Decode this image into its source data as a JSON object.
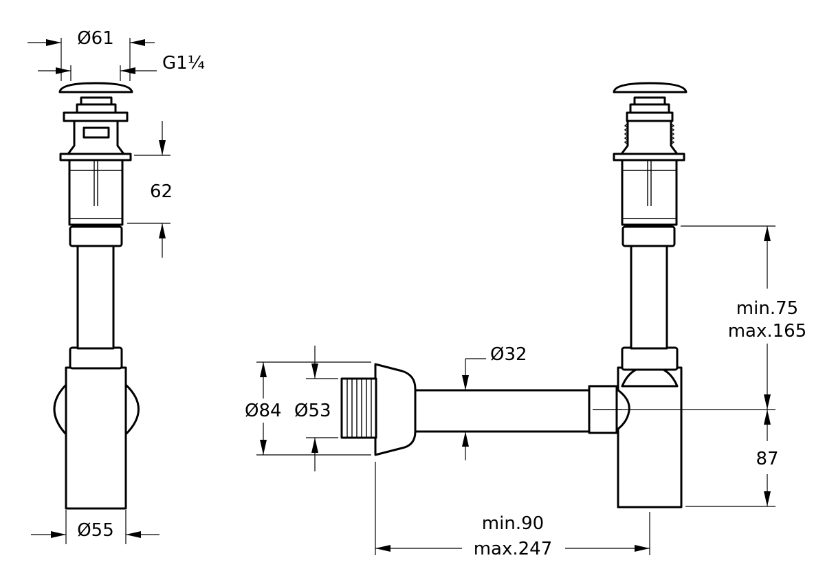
{
  "drawing": {
    "front_view": {
      "plug_diameter": "Ø61",
      "thread": "G1¼",
      "body_height": "62",
      "trap_diameter": "Ø55"
    },
    "side_view": {
      "pipe_diameter": "Ø32",
      "rosette_diameter": "Ø84",
      "outlet_diameter": "Ø53",
      "vertical_adjust_min": "min.75",
      "vertical_adjust_max": "max.165",
      "outlet_height": "87",
      "horizontal_adjust_min": "min.90",
      "horizontal_adjust_max": "max.247"
    }
  }
}
